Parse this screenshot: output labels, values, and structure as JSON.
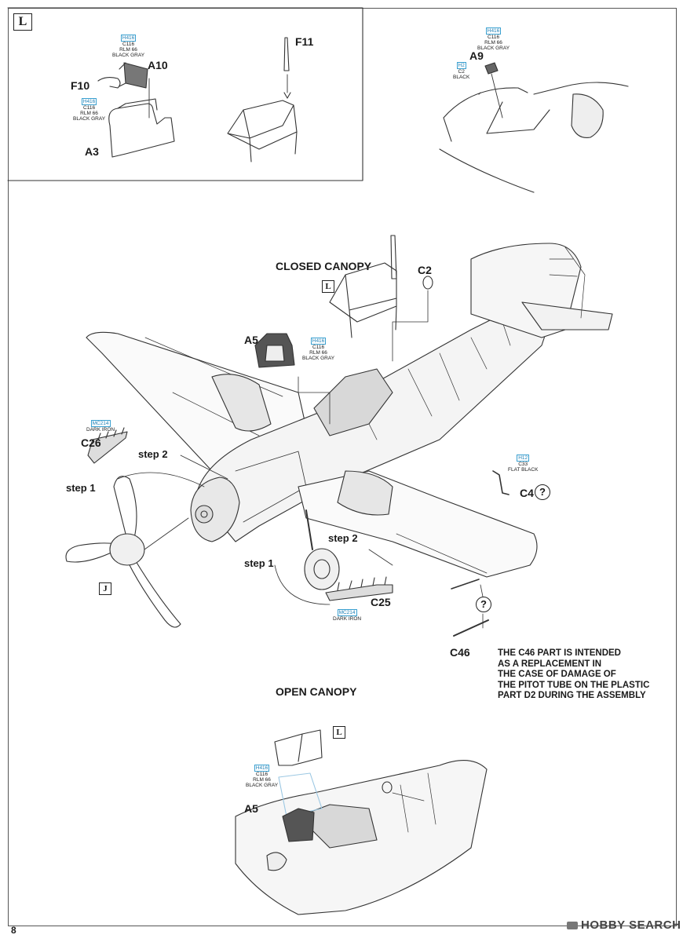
{
  "page_number": "8",
  "watermark": "HOBBY SEARCH",
  "step_markers": {
    "L": "L",
    "J": "J"
  },
  "sections": {
    "closed_canopy": "CLOSED CANOPY",
    "open_canopy": "OPEN CANOPY"
  },
  "parts": {
    "A10": "A10",
    "F10": "F10",
    "A3": "A3",
    "F11": "F11",
    "A9": "A9",
    "C2": "C2",
    "A5": "A5",
    "C26": "C26",
    "C4": "C4",
    "C25": "C25",
    "C46": "C46"
  },
  "steps": {
    "step1": "step 1",
    "step2": "step 2"
  },
  "paints": {
    "rlm66": {
      "code": "H416",
      "c": "C116",
      "l1": "RLM 66",
      "l2": "BLACK GRAY"
    },
    "black": {
      "code": "H2",
      "c": "C2",
      "l1": "BLACK"
    },
    "dark_iron": {
      "code": "MC214",
      "l1": "DARK IRON"
    },
    "flat_black": {
      "code": "H12",
      "c": "C33",
      "l1": "FLAT BLACK"
    }
  },
  "unknown_symbol": "?",
  "note_lines": [
    "THE C46 PART IS INTENDED",
    "AS A REPLACEMENT IN",
    "THE CASE OF DAMAGE OF",
    "THE PITOT TUBE ON THE PLASTIC",
    "PART D2 DURING THE ASSEMBLY"
  ]
}
